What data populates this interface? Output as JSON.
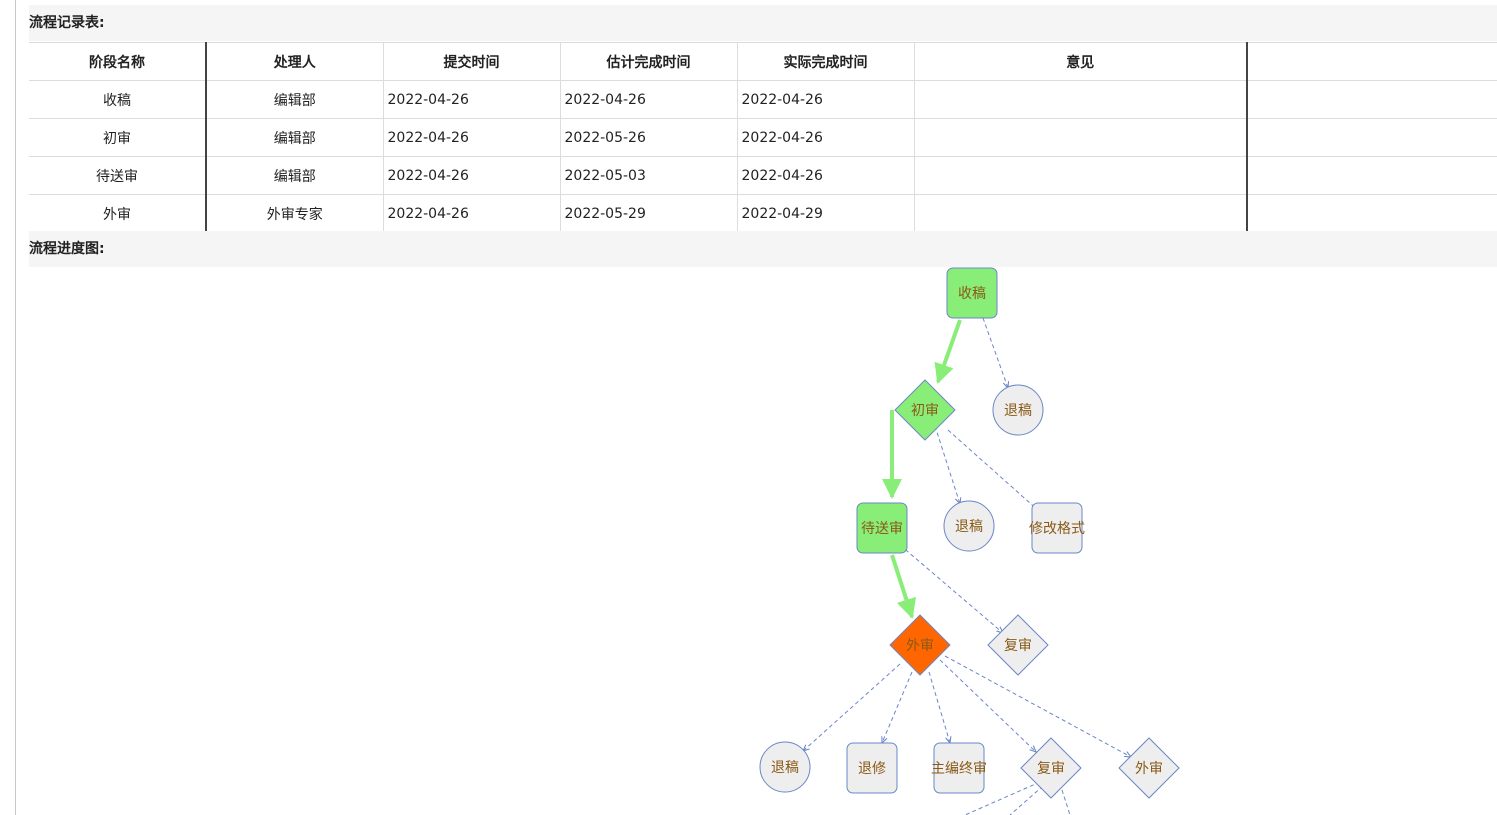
{
  "record_title": "流程记录表:",
  "progress_title": "流程进度图:",
  "table": {
    "headers": [
      "阶段名称",
      "处理人",
      "提交时间",
      "估计完成时间",
      "实际完成时间",
      "意见",
      ""
    ],
    "rows": [
      [
        "收稿",
        "编辑部",
        "2022-04-26",
        "2022-04-26",
        "2022-04-26",
        "",
        ""
      ],
      [
        "初审",
        "编辑部",
        "2022-04-26",
        "2022-05-26",
        "2022-04-26",
        "",
        ""
      ],
      [
        "待送审",
        "编辑部",
        "2022-04-26",
        "2022-05-03",
        "2022-04-26",
        "",
        ""
      ],
      [
        "外审",
        "外审专家",
        "2022-04-26",
        "2022-05-29",
        "2022-04-29",
        "",
        ""
      ]
    ]
  },
  "flow": {
    "colors": {
      "done": "#88ee77",
      "current": "#ff6600",
      "pending": "#eeeeee",
      "node_stroke": "#6a86c8",
      "done_edge": "#88ee77",
      "pending_edge": "#6a86c8",
      "label": "#8a5a16"
    },
    "nodes": [
      {
        "id": "n1",
        "label": "收稿",
        "shape": "rect",
        "state": "done"
      },
      {
        "id": "n2",
        "label": "初审",
        "shape": "diamond",
        "state": "done"
      },
      {
        "id": "n3",
        "label": "退稿",
        "shape": "circle",
        "state": "pending"
      },
      {
        "id": "n4",
        "label": "待送审",
        "shape": "rect",
        "state": "done"
      },
      {
        "id": "n5",
        "label": "退稿",
        "shape": "circle",
        "state": "pending"
      },
      {
        "id": "n6",
        "label": "修改格式",
        "shape": "rect",
        "state": "pending"
      },
      {
        "id": "n7",
        "label": "外审",
        "shape": "diamond",
        "state": "current"
      },
      {
        "id": "n8",
        "label": "复审",
        "shape": "diamond",
        "state": "pending"
      },
      {
        "id": "n9",
        "label": "退稿",
        "shape": "circle",
        "state": "pending"
      },
      {
        "id": "n10",
        "label": "退修",
        "shape": "rect",
        "state": "pending"
      },
      {
        "id": "n11",
        "label": "主编终审",
        "shape": "rect",
        "state": "pending"
      },
      {
        "id": "n12",
        "label": "复审",
        "shape": "diamond",
        "state": "pending"
      },
      {
        "id": "n13",
        "label": "外审",
        "shape": "diamond",
        "state": "pending"
      }
    ],
    "edges": [
      {
        "from": "n1",
        "to": "n2",
        "state": "done"
      },
      {
        "from": "n1",
        "to": "n3",
        "state": "pending"
      },
      {
        "from": "n2",
        "to": "n4",
        "state": "done"
      },
      {
        "from": "n2",
        "to": "n5",
        "state": "pending"
      },
      {
        "from": "n2",
        "to": "n6",
        "state": "pending"
      },
      {
        "from": "n4",
        "to": "n7",
        "state": "done"
      },
      {
        "from": "n4",
        "to": "n8",
        "state": "pending"
      },
      {
        "from": "n7",
        "to": "n9",
        "state": "pending"
      },
      {
        "from": "n7",
        "to": "n10",
        "state": "pending"
      },
      {
        "from": "n7",
        "to": "n11",
        "state": "pending"
      },
      {
        "from": "n7",
        "to": "n12",
        "state": "pending"
      },
      {
        "from": "n7",
        "to": "n13",
        "state": "pending"
      }
    ]
  }
}
